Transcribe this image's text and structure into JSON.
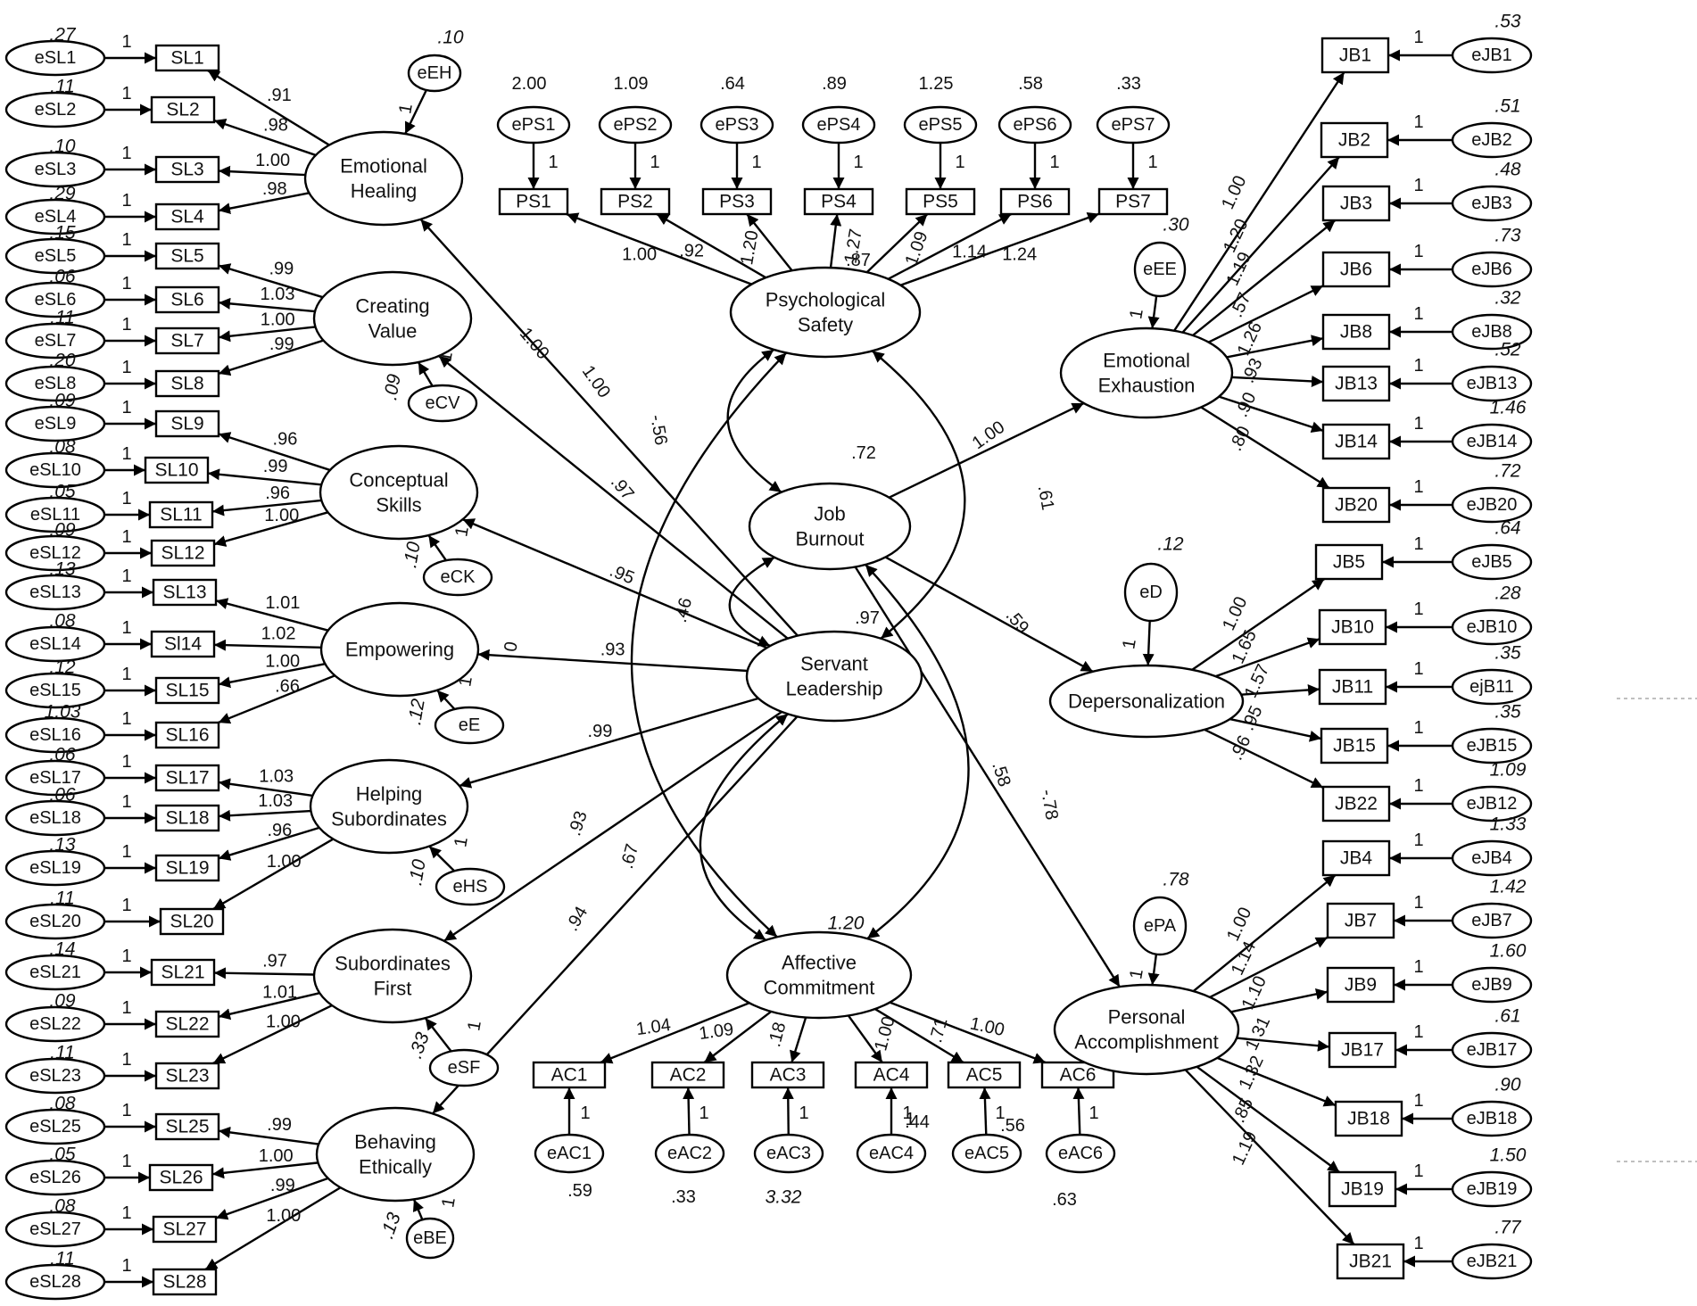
{
  "diagram": {
    "latents": {
      "EH": [
        "Emotional",
        "Healing"
      ],
      "CV": [
        "Creating",
        "Value"
      ],
      "CS": [
        "Conceptual",
        "Skills"
      ],
      "EM": [
        "Empowering"
      ],
      "HS": [
        "Helping",
        "Subordinates"
      ],
      "SF": [
        "Subordinates",
        "First"
      ],
      "BE": [
        "Behaving",
        "Ethically"
      ],
      "PSY": [
        "Psychological",
        "Safety"
      ],
      "JB": [
        "Job",
        "Burnout"
      ],
      "SL": [
        "Servant",
        "Leadership"
      ],
      "AC": [
        "Affective",
        "Commitment"
      ],
      "EE": [
        "Emotional",
        "Exhaustion"
      ],
      "DP": [
        "Depersonalization"
      ],
      "PA": [
        "Personal",
        "Accomplishment"
      ]
    },
    "latent_variances": {
      "JB": ".72",
      "SL": ".97",
      "AC": "1.20"
    },
    "disturbances": [
      {
        "id": "EH",
        "label": "eEH",
        "variance": ".10",
        "one": "1"
      },
      {
        "id": "CV",
        "label": "eCV",
        "variance": ".09",
        "one": "1"
      },
      {
        "id": "CS",
        "label": "eCK",
        "variance": ".10",
        "one": "1"
      },
      {
        "id": "EM",
        "label": "eE",
        "variance": ".12",
        "one": "1"
      },
      {
        "id": "HS",
        "label": "eHS",
        "variance": ".10",
        "one": "1"
      },
      {
        "id": "SF",
        "label": "eSF",
        "variance": ".33",
        "one": "1"
      },
      {
        "id": "BE",
        "label": "eBE",
        "variance": ".13",
        "one": "1"
      },
      {
        "id": "EE",
        "label": "eEE",
        "variance": ".30",
        "one": "1"
      },
      {
        "id": "DP",
        "label": "eD",
        "variance": ".12",
        "one": "1"
      },
      {
        "id": "PA",
        "label": "ePA",
        "variance": ".78",
        "one": "1"
      }
    ],
    "sl_items": [
      {
        "name": "SL1",
        "err": "eSL1",
        "var": ".27",
        "loading": ".91",
        "one": "1",
        "factor": "EH"
      },
      {
        "name": "SL2",
        "err": "eSL2",
        "var": ".11",
        "loading": ".98",
        "one": "1",
        "factor": "EH"
      },
      {
        "name": "SL3",
        "err": "eSL3",
        "var": ".10",
        "loading": "1.00",
        "one": "1",
        "factor": "EH"
      },
      {
        "name": "SL4",
        "err": "eSL4",
        "var": ".29",
        "loading": ".98",
        "one": "1",
        "factor": "EH"
      },
      {
        "name": "SL5",
        "err": "eSL5",
        "var": ".15",
        "loading": ".99",
        "one": "1",
        "factor": "CV"
      },
      {
        "name": "SL6",
        "err": "eSL6",
        "var": ".06",
        "loading": "1.03",
        "one": "1",
        "factor": "CV"
      },
      {
        "name": "SL7",
        "err": "eSL7",
        "var": ".11",
        "loading": "1.00",
        "one": "1",
        "factor": "CV"
      },
      {
        "name": "SL8",
        "err": "eSL8",
        "var": ".20",
        "loading": ".99",
        "one": "1",
        "factor": "CV"
      },
      {
        "name": "SL9",
        "err": "eSL9",
        "var": ".09",
        "loading": ".96",
        "one": "1",
        "factor": "CS"
      },
      {
        "name": "SL10",
        "err": "eSL10",
        "var": ".08",
        "loading": ".99",
        "one": "1",
        "factor": "CS"
      },
      {
        "name": "SL11",
        "err": "eSL11",
        "var": ".05",
        "loading": ".96",
        "one": "1",
        "factor": "CS"
      },
      {
        "name": "SL12",
        "err": "eSL12",
        "var": ".09",
        "loading": "1.00",
        "one": "1",
        "factor": "CS"
      },
      {
        "name": "SL13",
        "err": "eSL13",
        "var": ".13",
        "loading": "1.01",
        "one": "1",
        "factor": "EM"
      },
      {
        "name": "Sl14",
        "err": "eSL14",
        "var": ".08",
        "loading": "1.02",
        "one": "1",
        "factor": "EM"
      },
      {
        "name": "SL15",
        "err": "eSL15",
        "var": ".12",
        "loading": "1.00",
        "one": "1",
        "factor": "EM"
      },
      {
        "name": "SL16",
        "err": "eSL16",
        "var": "1.03",
        "loading": ".66",
        "one": "1",
        "factor": "EM"
      },
      {
        "name": "SL17",
        "err": "eSL17",
        "var": ".06",
        "loading": "1.03",
        "one": "1",
        "factor": "HS"
      },
      {
        "name": "SL18",
        "err": "eSL18",
        "var": ".06",
        "loading": "1.03",
        "one": "1",
        "factor": "HS"
      },
      {
        "name": "SL19",
        "err": "eSL19",
        "var": ".13",
        "loading": ".96",
        "one": "1",
        "factor": "HS"
      },
      {
        "name": "SL20",
        "err": "eSL20",
        "var": ".11",
        "loading": "1.00",
        "one": "1",
        "factor": "HS"
      },
      {
        "name": "SL21",
        "err": "eSL21",
        "var": ".14",
        "loading": ".97",
        "one": "1",
        "factor": "SF"
      },
      {
        "name": "SL22",
        "err": "eSL22",
        "var": ".09",
        "loading": "1.01",
        "one": "1",
        "factor": "SF"
      },
      {
        "name": "SL23",
        "err": "eSL23",
        "var": ".11",
        "loading": "1.00",
        "one": "1",
        "factor": "SF"
      },
      {
        "name": "SL25",
        "err": "eSL25",
        "var": ".08",
        "loading": ".99",
        "one": "1",
        "factor": "BE"
      },
      {
        "name": "SL26",
        "err": "eSL26",
        "var": ".05",
        "loading": "1.00",
        "one": "1",
        "factor": "BE"
      },
      {
        "name": "SL27",
        "err": "eSL27",
        "var": ".08",
        "loading": ".99",
        "one": "1",
        "factor": "BE"
      },
      {
        "name": "SL28",
        "err": "eSL28",
        "var": ".11",
        "loading": "1.00",
        "one": "1",
        "factor": "BE"
      }
    ],
    "second_order_loadings": {
      "EH": "1.00",
      "CV": ".97",
      "CS": ".95",
      "EM": ".93",
      "HS": ".99",
      "SF": ".93",
      "BE": ".94"
    },
    "ps_items": [
      {
        "name": "PS1",
        "err": "ePS1",
        "var": "2.00",
        "loading": "1.00",
        "one": "1"
      },
      {
        "name": "PS2",
        "err": "ePS2",
        "var": "1.09",
        "loading": ".92",
        "one": "1"
      },
      {
        "name": "PS3",
        "err": "ePS3",
        "var": ".64",
        "loading": "1.20",
        "one": "1"
      },
      {
        "name": "PS4",
        "err": "ePS4",
        "var": ".89",
        "loading": "1.27",
        "one": "1"
      },
      {
        "name": "PS5",
        "err": "ePS5",
        "var": "1.25",
        "loading": "1.09",
        "one": "1"
      },
      {
        "name": "PS6",
        "err": "ePS6",
        "var": ".58",
        "loading": "1.14",
        "one": "1"
      },
      {
        "name": "PS7",
        "err": "ePS7",
        "var": ".33",
        "loading": "1.24",
        "one": "1"
      }
    ],
    "ps_extra": ".87",
    "ac_items": [
      {
        "name": "AC1",
        "err": "eAC1",
        "var": ".59",
        "loading": "1.04",
        "one": "1"
      },
      {
        "name": "AC2",
        "err": "eAC2",
        "var": ".33",
        "loading": "1.09",
        "one": "1"
      },
      {
        "name": "AC3",
        "err": "eAC3",
        "var": "3.32",
        "loading": ".18",
        "one": "1"
      },
      {
        "name": "AC4",
        "err": "eAC4",
        "var": ".44",
        "loading": "1.00",
        "one": "1"
      },
      {
        "name": "AC5",
        "err": "eAC5",
        "var": ".56",
        "loading": ".71",
        "one": "1"
      },
      {
        "name": "AC6",
        "err": "eAC6",
        "var": ".63",
        "loading": "1.00",
        "one": "1"
      }
    ],
    "ac_one_extra": "1",
    "ee_items": [
      {
        "name": "JB1",
        "err": "eJB1",
        "var": ".53",
        "loading": "1.00",
        "one": "1"
      },
      {
        "name": "JB2",
        "err": "eJB2",
        "var": ".51",
        "loading": "1.20",
        "one": "1"
      },
      {
        "name": "JB3",
        "err": "eJB3",
        "var": ".48",
        "loading": "1.19",
        "one": "1"
      },
      {
        "name": "JB6",
        "err": "eJB6",
        "var": ".73",
        "loading": ".57",
        "one": "1"
      },
      {
        "name": "JB8",
        "err": "eJB8",
        "var": ".32",
        "loading": "1.26",
        "one": "1"
      },
      {
        "name": "JB13",
        "err": "eJB13",
        "var": ".52",
        "loading": ".93",
        "one": "1"
      },
      {
        "name": "JB14",
        "err": "eJB14",
        "var": "1.46",
        "loading": ".90",
        "one": "1"
      },
      {
        "name": "JB20",
        "err": "eJB20",
        "var": ".72",
        "loading": ".80",
        "one": "1"
      }
    ],
    "dp_items": [
      {
        "name": "JB5",
        "err": "eJB5",
        "var": ".64",
        "loading": "1.00",
        "one": "1"
      },
      {
        "name": "JB10",
        "err": "eJB10",
        "var": ".28",
        "loading": "1.65",
        "one": "1"
      },
      {
        "name": "JB11",
        "err": "ejB11",
        "var": ".35",
        "loading": "1.57",
        "one": "1"
      },
      {
        "name": "JB15",
        "err": "eJB15",
        "var": ".35",
        "loading": ".95",
        "one": "1"
      },
      {
        "name": "JB22",
        "err": "eJB12",
        "var": "1.09",
        "loading": ".96",
        "one": "1"
      }
    ],
    "pa_items": [
      {
        "name": "JB4",
        "err": "eJB4",
        "var": "1.33",
        "loading": "1.00",
        "one": "1"
      },
      {
        "name": "JB7",
        "err": "eJB7",
        "var": "1.42",
        "loading": "1.14",
        "one": "1"
      },
      {
        "name": "JB9",
        "err": "eJB9",
        "var": "1.60",
        "loading": "1.10",
        "one": "1"
      },
      {
        "name": "JB17",
        "err": "eJB17",
        "var": ".61",
        "loading": "1.31",
        "one": "1"
      },
      {
        "name": "JB18",
        "err": "eJB18",
        "var": ".90",
        "loading": "1.32",
        "one": "1"
      },
      {
        "name": "JB19",
        "err": "eJB19",
        "var": "1.50",
        "loading": ".85",
        "one": "1"
      },
      {
        "name": "JB21",
        "err": "eJB21",
        "var": ".77",
        "loading": "1.19",
        "one": "1"
      }
    ],
    "jb_loadings": {
      "EE": "1.00",
      "DP": ".59",
      "PA": ".58"
    },
    "covariances": {
      "PSY_JB": "-.56",
      "PSY_SL": ".61",
      "JB_SL": ".46",
      "PSY_AC": "1.00",
      "SL_AC": ".67",
      "JB_AC": "-.78",
      "CV_misc": "0"
    }
  }
}
